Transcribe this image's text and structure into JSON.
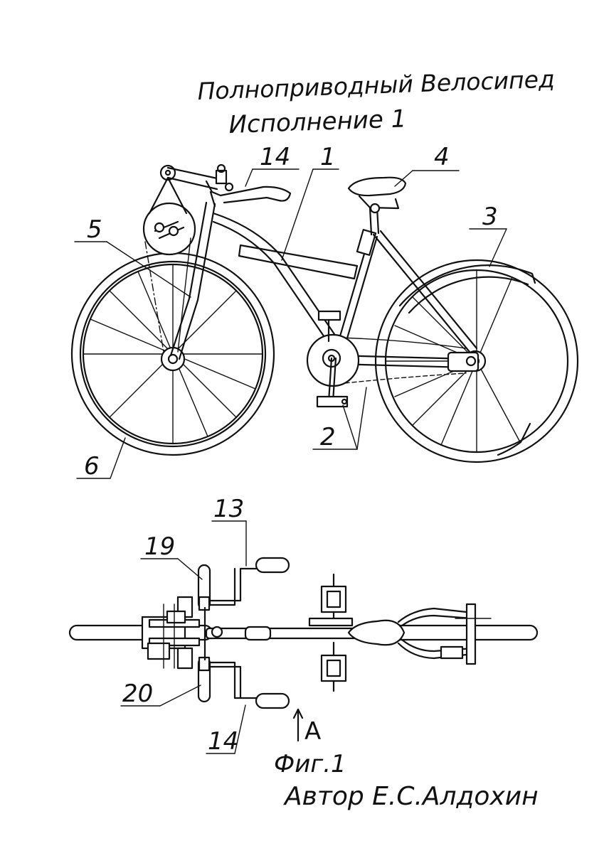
{
  "title": "Полноприводный Велосипед",
  "subtitle": "Исполнение 1",
  "side_view_labels": [
    "14",
    "1",
    "4",
    "3",
    "5",
    "6",
    "2"
  ],
  "top_view_labels": [
    "13",
    "19",
    "20",
    "14"
  ],
  "view_marker": "A",
  "figure_caption": "Фиг.1",
  "author_line": "Автор Е.С.Алдохин"
}
